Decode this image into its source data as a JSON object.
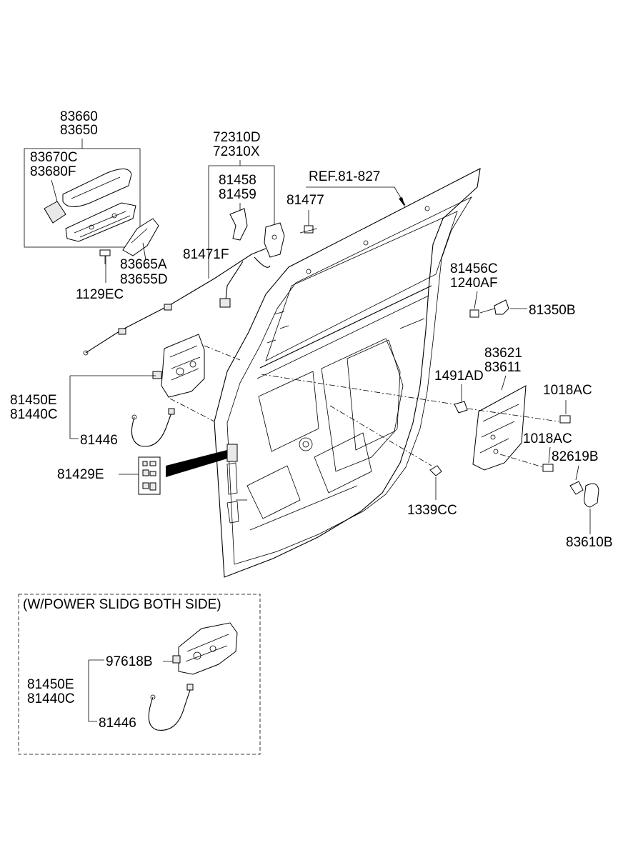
{
  "labels": {
    "p83660": "83660",
    "p83650": "83650",
    "p83670C": "83670C",
    "p83680F": "83680F",
    "p83665A": "83665A",
    "p83655D": "83655D",
    "p1129EC": "1129EC",
    "p72310D": "72310D",
    "p72310X": "72310X",
    "p81458": "81458",
    "p81459": "81459",
    "p81471F": "81471F",
    "p81477": "81477",
    "ref": "REF.81-827",
    "p81456C": "81456C",
    "p1240AF": "1240AF",
    "p81350B": "81350B",
    "p83621": "83621",
    "p83611": "83611",
    "p1491AD": "1491AD",
    "p1018AC_a": "1018AC",
    "p1018AC_b": "1018AC",
    "p82619B": "82619B",
    "p83610B": "83610B",
    "p81450E": "81450E",
    "p81440C": "81440C",
    "p81446": "81446",
    "p81429E": "81429E",
    "p1339CC": "1339CC",
    "inset_title": "(W/POWER SLIDG BOTH SIDE)",
    "inset_97618B": "97618B",
    "inset_81450E": "81450E",
    "inset_81440C": "81440C",
    "inset_81446": "81446"
  }
}
